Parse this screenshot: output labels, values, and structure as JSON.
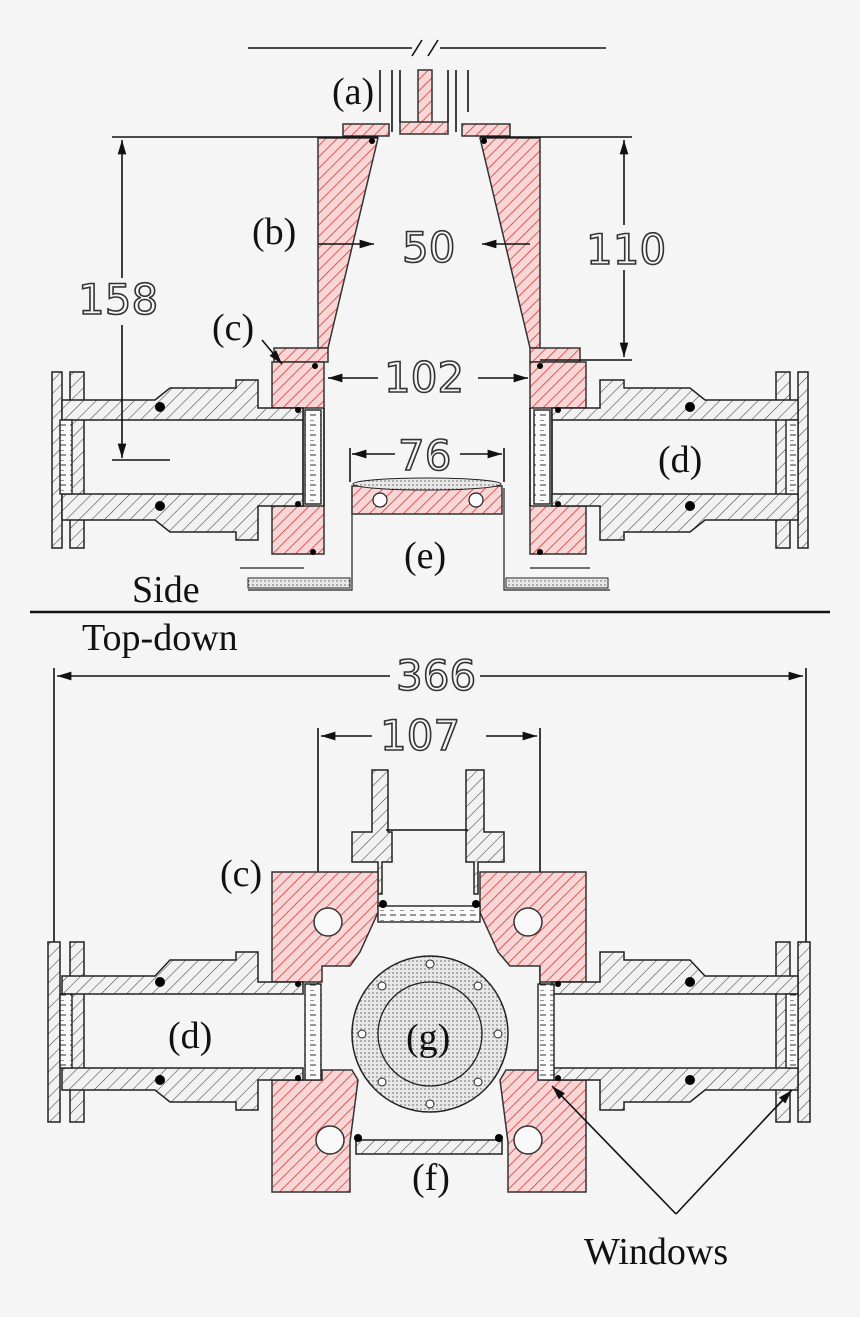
{
  "labels": {
    "a": "(a)",
    "b": "(b)",
    "c_side": "(c)",
    "d_side": "(d)",
    "e": "(e)",
    "c_top": "(c)",
    "d_top": "(d)",
    "f": "(f)",
    "g": "(g)",
    "side": "Side",
    "top_down": "Top-down",
    "windows": "Windows"
  },
  "dimensions": {
    "d50": "50",
    "d110": "110",
    "d158": "158",
    "d102": "102",
    "d76": "76",
    "d366": "366",
    "d107": "107"
  },
  "colors": {
    "hatch_red": "#d83a3a",
    "fill_pink": "#f6d0d0",
    "line": "#111111",
    "background": "#f5f5f5"
  }
}
